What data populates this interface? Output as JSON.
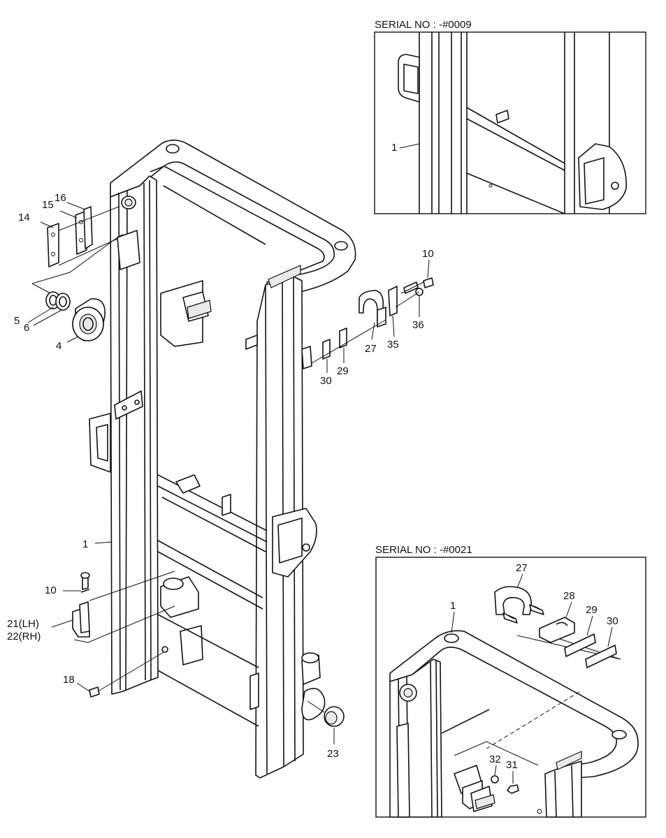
{
  "insets": {
    "top": {
      "caption": "SERIAL NO : -#0009"
    },
    "bottom": {
      "caption": "SERIAL NO : -#0021"
    }
  },
  "labels": {
    "p14": "14",
    "p15": "15",
    "p16": "16",
    "p5": "5",
    "p6": "6",
    "p4": "4",
    "p1": "1",
    "p10a": "10",
    "p21": "21(LH)",
    "p22": "22(RH)",
    "p18": "18",
    "p23": "23",
    "p10b": "10",
    "p36": "36",
    "p35": "35",
    "p27": "27",
    "p29": "29",
    "p30": "30",
    "top_p1": "1",
    "bot_p27": "27",
    "bot_p28": "28",
    "bot_p29": "29",
    "bot_p30": "30",
    "bot_p1": "1",
    "bot_p32": "32",
    "bot_p31": "31"
  }
}
